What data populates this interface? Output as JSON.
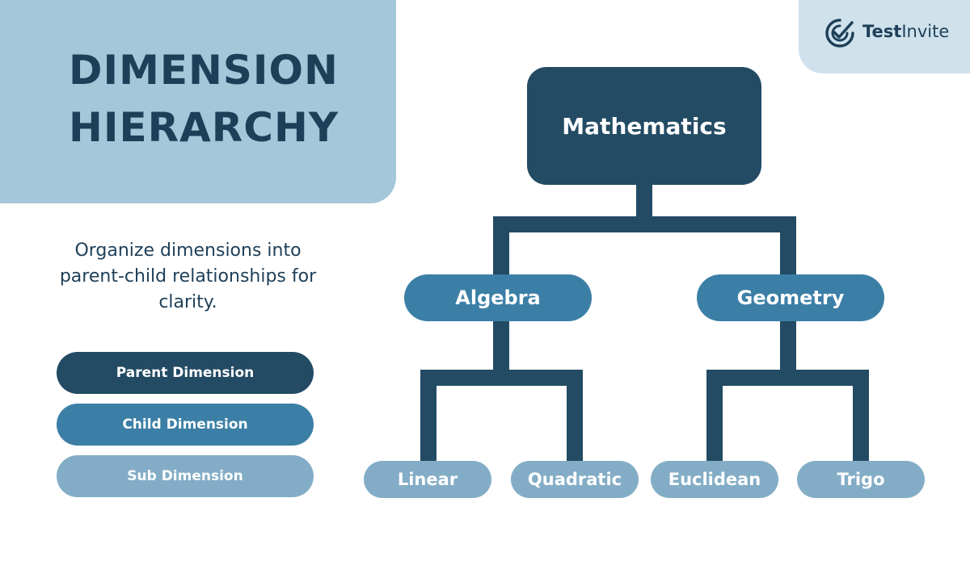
{
  "title": {
    "line1": "DIMENSION",
    "line2": "HIERARCHY"
  },
  "logo": {
    "text_bold": "Test",
    "text_regular": "Invite",
    "icon": "check-circle-icon"
  },
  "description": "Organize dimensions into parent-child relationships for clarity.",
  "legend": [
    {
      "label": "Parent Dimension",
      "color": "#234b64"
    },
    {
      "label": "Child Dimension",
      "color": "#3c7fa6"
    },
    {
      "label": "Sub Dimension",
      "color": "#83adc6"
    }
  ],
  "tree": {
    "root": "Mathematics",
    "children": [
      {
        "label": "Algebra",
        "subs": [
          "Linear",
          "Quadratic"
        ]
      },
      {
        "label": "Geometry",
        "subs": [
          "Euclidean",
          "Trigo"
        ]
      }
    ]
  },
  "colors": {
    "connector": "#234b64",
    "title_panel": "#a5c7da",
    "logo_panel": "#cfe2ec",
    "text_dark": "#1e3f58"
  }
}
